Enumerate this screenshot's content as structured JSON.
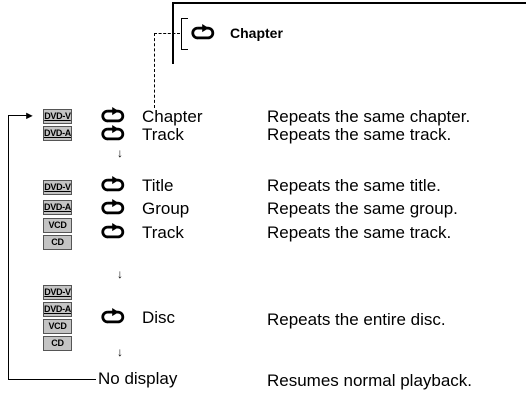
{
  "header": {
    "mode_label": "Chapter"
  },
  "rows": [
    {
      "mode": "Chapter",
      "description": "Repeats the same chapter."
    },
    {
      "mode": "Track",
      "description": "Repeats the same track."
    },
    {
      "mode": "Title",
      "description": "Repeats the same title."
    },
    {
      "mode": "Group",
      "description": "Repeats the same group."
    },
    {
      "mode": "Track",
      "description": "Repeats the same track."
    },
    {
      "mode": "Disc",
      "description": "Repeats the entire disc."
    },
    {
      "mode": "No display",
      "description": "Resumes normal playback."
    }
  ],
  "badges": {
    "dvdv": "DVD-V",
    "dvda": "DVD-A",
    "vcd": "VCD",
    "cd": "CD"
  },
  "icons": {
    "repeat": "repeat-arrow-icon",
    "down": "down-arrow-icon"
  }
}
